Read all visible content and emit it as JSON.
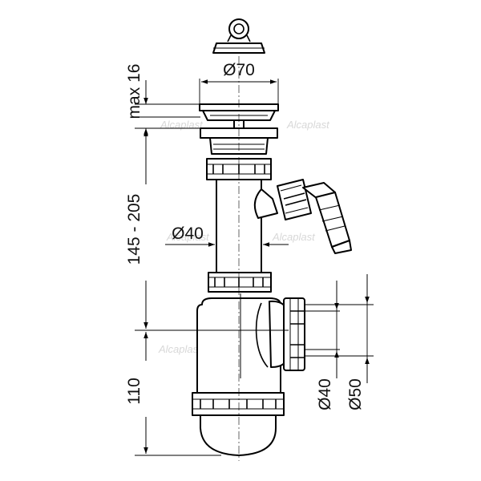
{
  "dimensions": {
    "overflow_height": "max 16",
    "tube_length_range": "145 - 205",
    "trap_height": "110",
    "top_diameter": "Ø70",
    "pipe_diameter": "Ø40",
    "outlet_inner_diameter": "Ø40",
    "outlet_outer_diameter": "Ø50"
  },
  "watermark": "Alcaplast",
  "colors": {
    "line": "#000000",
    "background": "#ffffff",
    "watermark": "#d8d8d8"
  }
}
